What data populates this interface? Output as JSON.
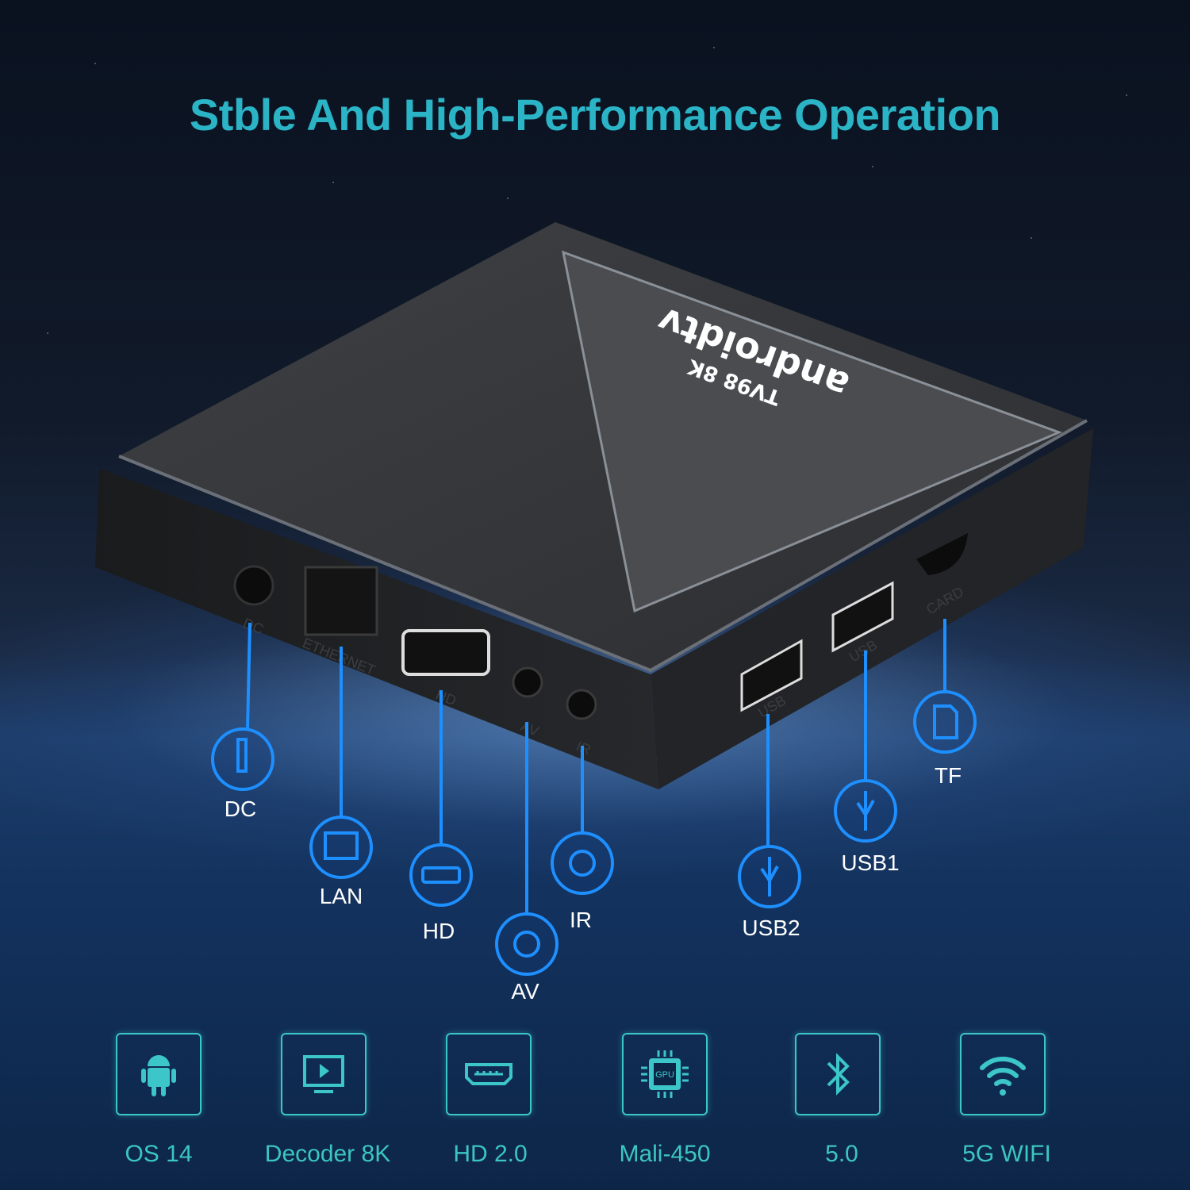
{
  "headline": "Stble And High-Performance Operation",
  "device": {
    "logo_text": "androidtv",
    "model_text": "TV98 8K",
    "port_markings": [
      "DC",
      "ETHERNET",
      "HD",
      "AV",
      "IR",
      "USB",
      "USB",
      "CARD"
    ]
  },
  "ports": [
    {
      "label": "DC",
      "icon": "dc-plug-icon"
    },
    {
      "label": "LAN",
      "icon": "ethernet-port-icon"
    },
    {
      "label": "HD",
      "icon": "hdmi-port-icon"
    },
    {
      "label": "AV",
      "icon": "av-jack-icon"
    },
    {
      "label": "IR",
      "icon": "ir-receiver-icon"
    },
    {
      "label": "USB2",
      "icon": "usb-icon"
    },
    {
      "label": "USB1",
      "icon": "usb-icon"
    },
    {
      "label": "TF",
      "icon": "sd-card-icon"
    }
  ],
  "features": [
    {
      "label": "OS 14",
      "icon": "android-icon"
    },
    {
      "label": "Decoder 8K",
      "icon": "tv-play-icon"
    },
    {
      "label": "HD 2.0",
      "icon": "hdmi-icon"
    },
    {
      "label": "Mali-450",
      "icon": "gpu-chip-icon",
      "icon_text": "GPU"
    },
    {
      "label": "5.0",
      "icon": "bluetooth-icon"
    },
    {
      "label": "5G WIFI",
      "icon": "wifi-icon"
    }
  ],
  "colors": {
    "accent": "#2bb3c6",
    "callout": "#1e8fff",
    "feature": "#3cc6c0"
  }
}
